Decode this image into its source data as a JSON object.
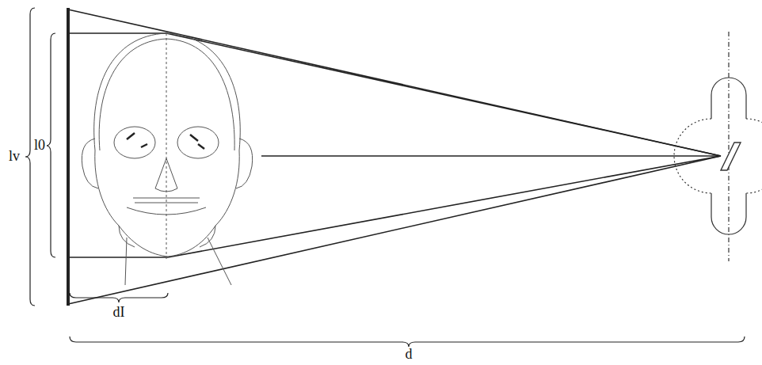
{
  "diagram": {
    "labels": [
      "lv",
      "l0",
      "dI",
      "d"
    ]
  }
}
